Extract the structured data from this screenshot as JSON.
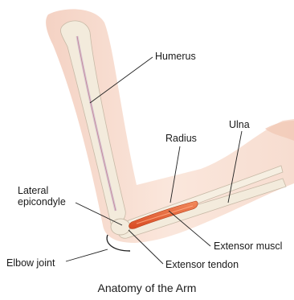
{
  "caption": "Anatomy of the Arm",
  "labels": {
    "humerus": "Humerus",
    "radius": "Radius",
    "ulna": "Ulna",
    "lateral_epicondyle_line1": "Lateral",
    "lateral_epicondyle_line2": "epicondyle",
    "elbow_joint": "Elbow joint",
    "extensor_muscle": "Extensor muscl",
    "extensor_tendon": "Extensor tendon"
  },
  "colors": {
    "skin": "#f7ddd0",
    "bone": "#f3ebdc",
    "bone_outline": "#c7b9a6",
    "muscle": "#e35a2c",
    "leader_line": "#222222"
  }
}
